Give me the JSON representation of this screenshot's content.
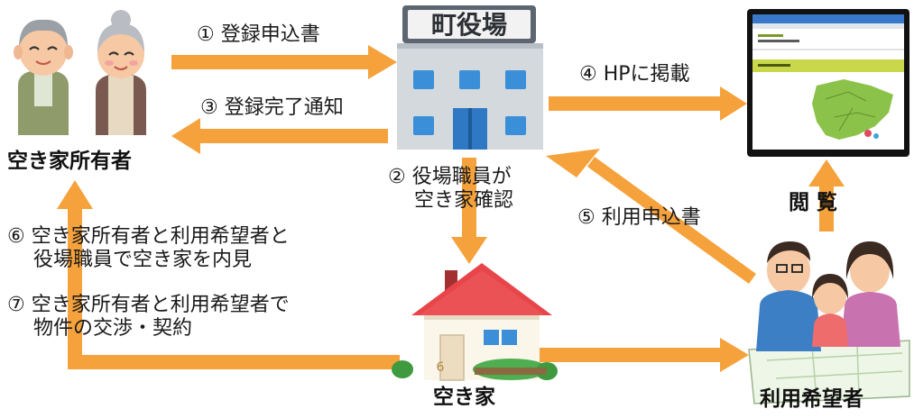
{
  "owners": {
    "caption": "空き家所有者"
  },
  "town_hall": {
    "sign": "町役場"
  },
  "users": {
    "caption": "利用希望者"
  },
  "house": {
    "caption": "空き家",
    "door_number": "6"
  },
  "steps": {
    "s1": "① 登録申込書",
    "s2": "② 役場職員が\n　 空き家確認",
    "s3": "③ 登録完了通知",
    "s4": "④ HPに掲載",
    "s5": "⑤ 利用申込書",
    "s6": "⑥ 空き家所有者と利用希望者と\n　 役場職員で空き家を内見",
    "s7": "⑦ 空き家所有者と利用希望者で\n　 物件の交渉・契約",
    "view": "閲 覧"
  },
  "colors": {
    "arrow": "#f5a23c",
    "building": "#c9cfd6",
    "window": "#3b8fd9",
    "roof": "#e8454a",
    "screen_bar": "#c8d84a",
    "map": "#8bc34a"
  }
}
